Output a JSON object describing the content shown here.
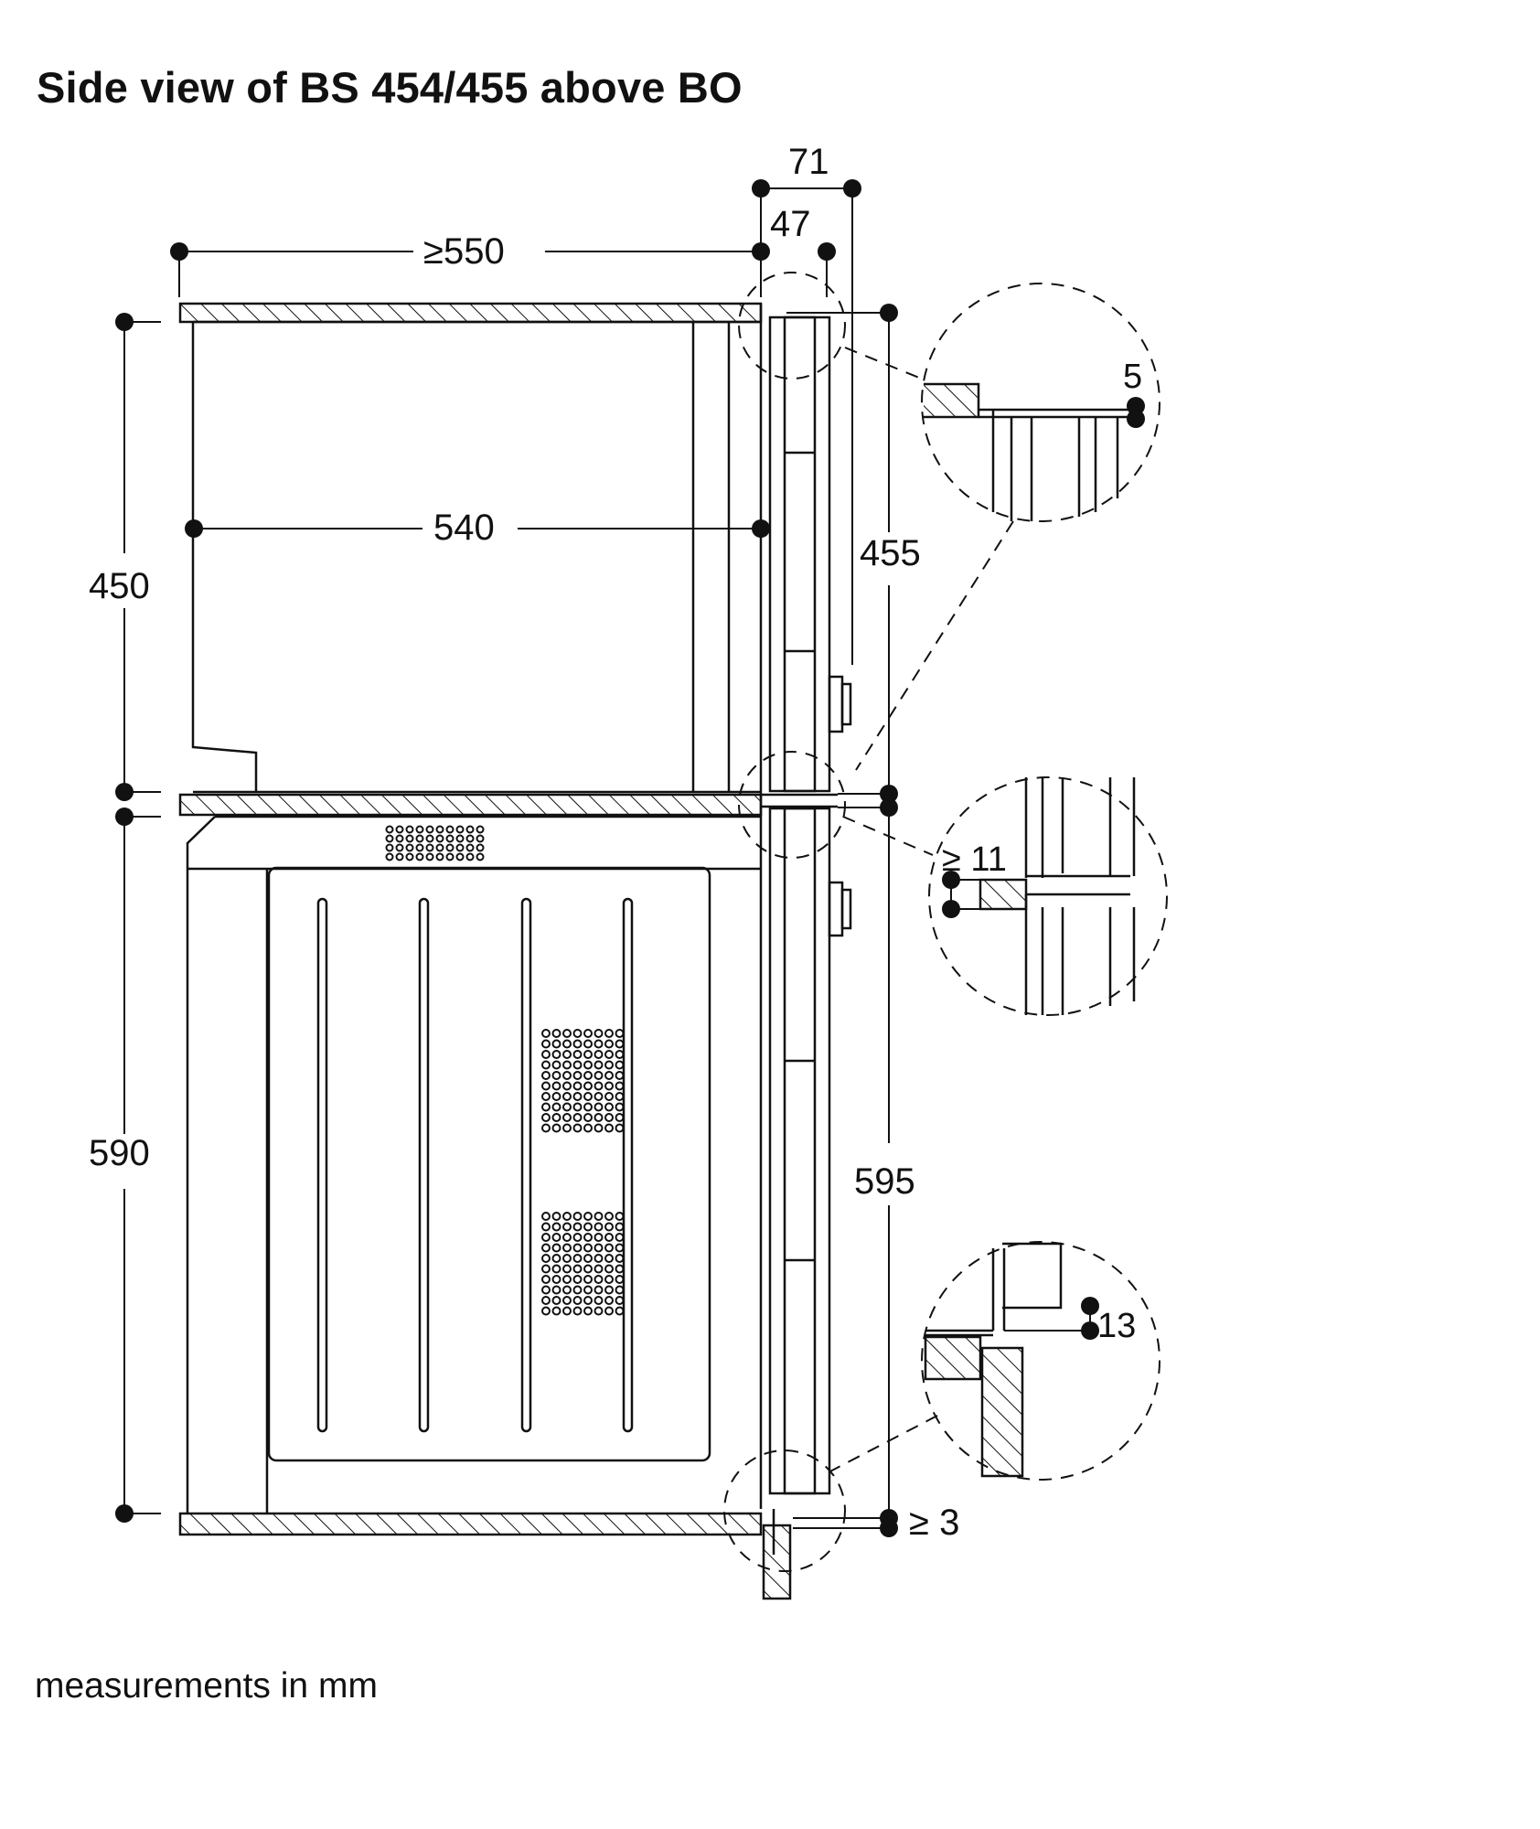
{
  "title": "Side view of BS 454/455 above BO",
  "footnote": "measurements in mm",
  "dimensions": {
    "d71": "71",
    "d47": "47",
    "d550": "≥550",
    "d540": "540",
    "d450": "450",
    "d590": "590",
    "d455": "455",
    "d595": "595",
    "d5": "5",
    "d11": "≥ 11",
    "d13": "13",
    "d3": "≥ 3"
  },
  "colors": {
    "line": "#111111",
    "background": "#ffffff"
  }
}
